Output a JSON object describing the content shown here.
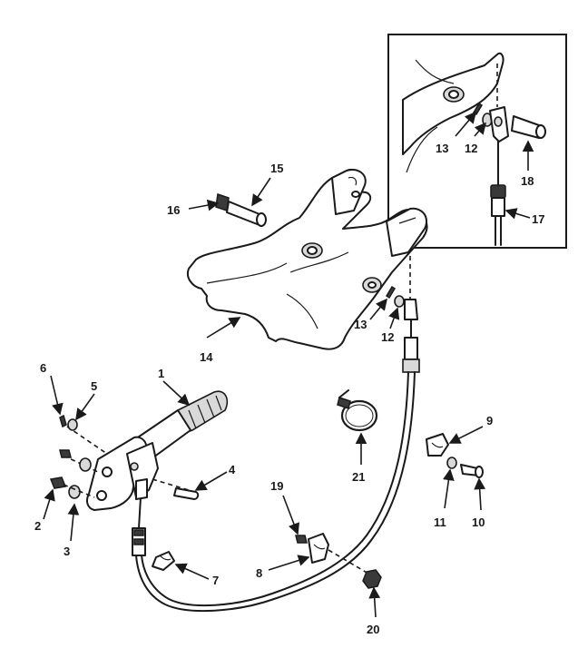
{
  "callouts": {
    "c1": "1",
    "c2": "2",
    "c3": "3",
    "c4": "4",
    "c5": "5",
    "c6": "6",
    "c7": "7",
    "c8": "8",
    "c9": "9",
    "c10": "10",
    "c11": "11",
    "c12a": "12",
    "c13a": "13",
    "c12b": "12",
    "c13b": "13",
    "c14": "14",
    "c15": "15",
    "c16": "16",
    "c17": "17",
    "c18": "18",
    "c19": "19",
    "c20": "20",
    "c21": "21"
  }
}
